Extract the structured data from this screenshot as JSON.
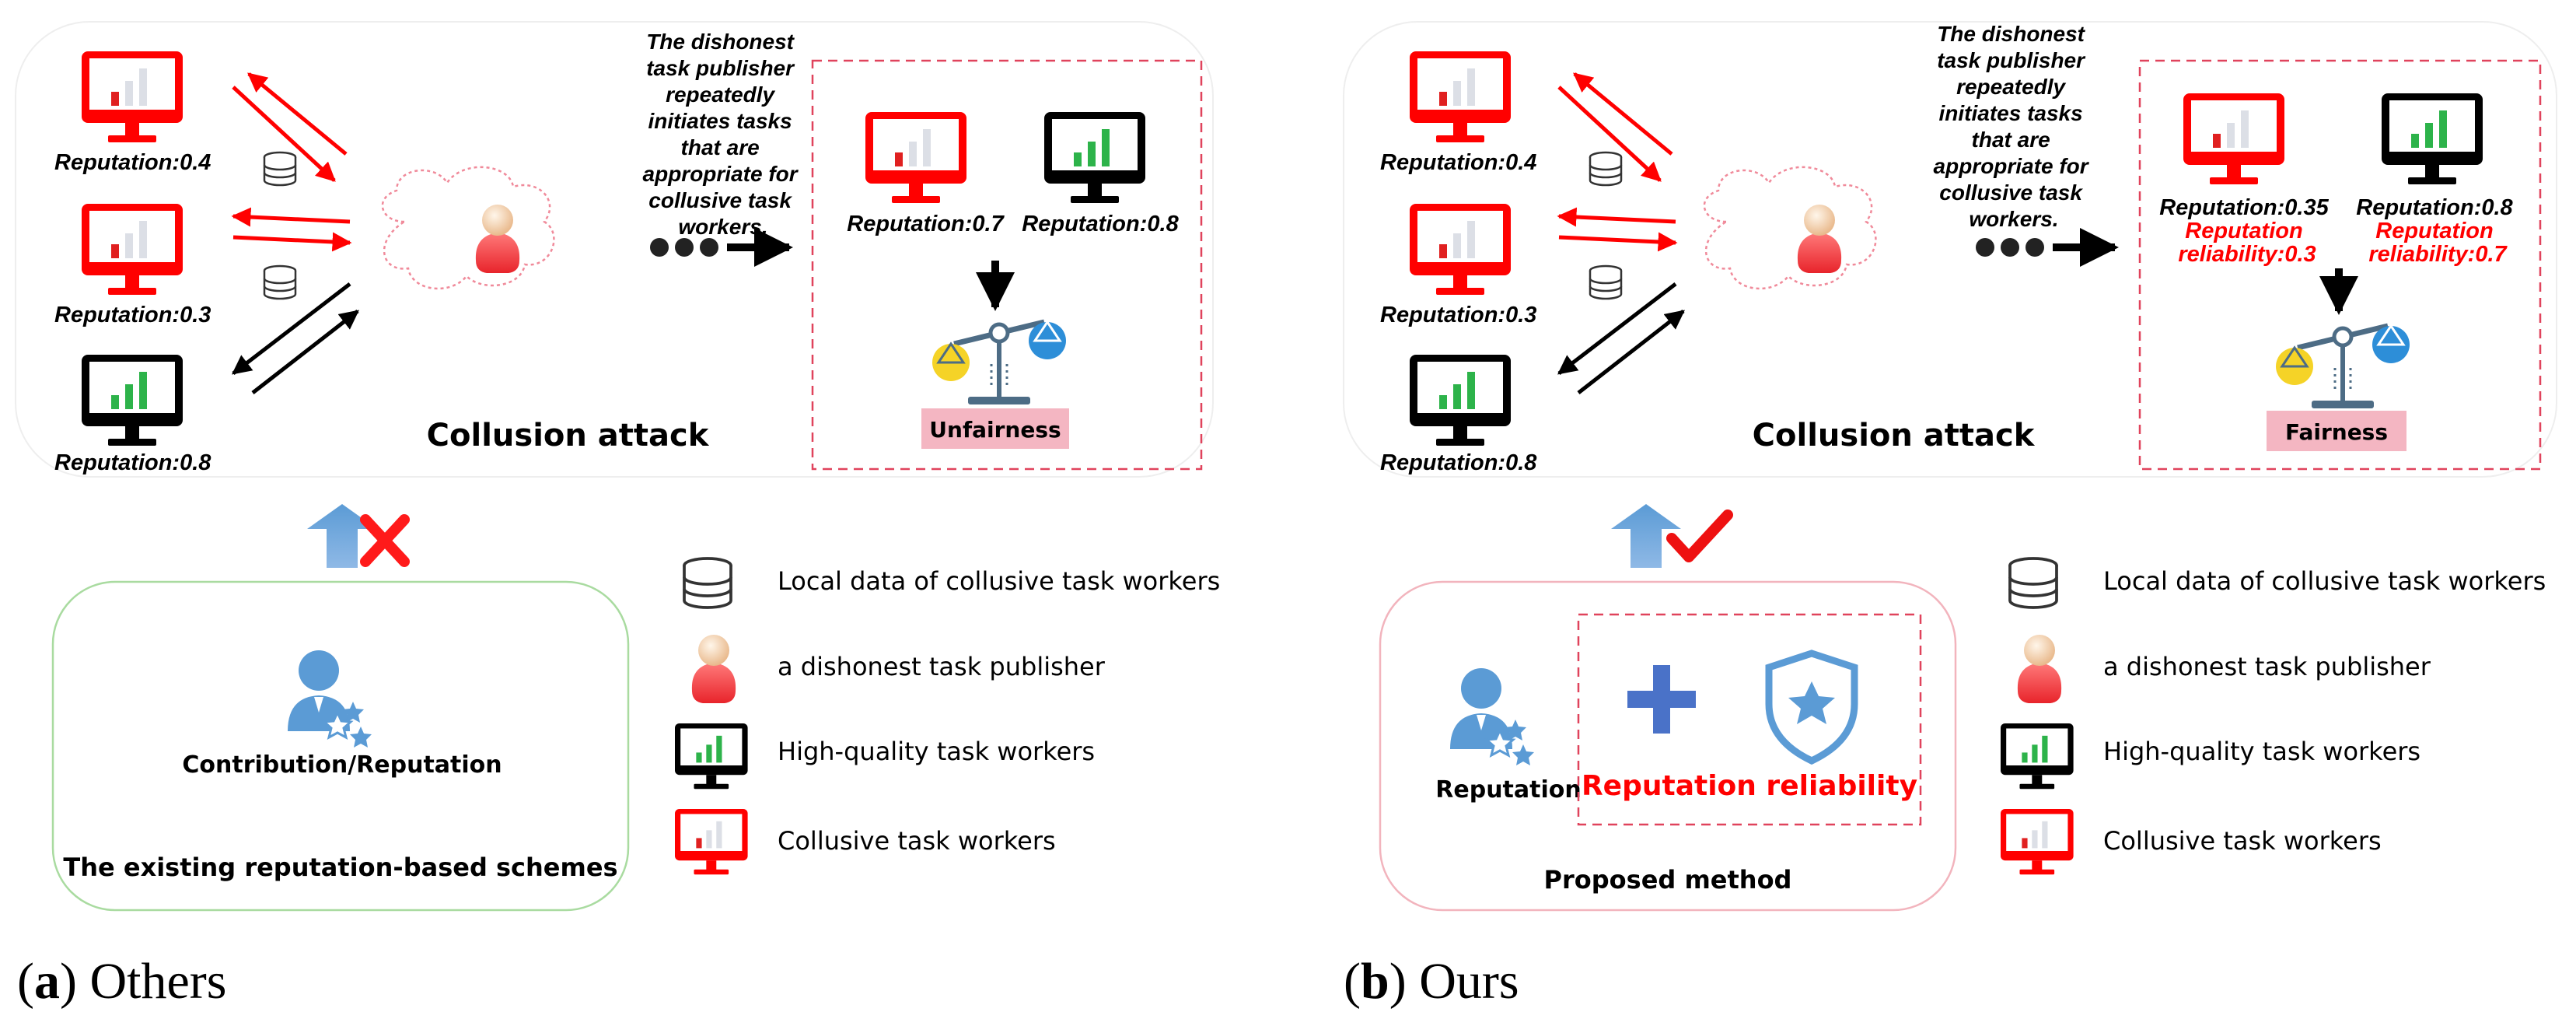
{
  "panels": [
    {
      "id": "a",
      "reputations": [
        "Reputation:0.4",
        "Reputation:0.3",
        "Reputation:0.8"
      ],
      "story": [
        "The dishonest",
        "task publisher",
        "repeatedly",
        "initiates tasks",
        "that are",
        "appropriate for",
        "collusive task",
        "workers."
      ],
      "box": {
        "left_lines": [
          "Reputation:0.7"
        ],
        "right_lines": [
          "Reputation:0.8"
        ],
        "verdict": "Unfairness"
      },
      "attack_label": "Collusion attack",
      "scheme": {
        "person_label": "Contribution/Reputation",
        "title": "The existing reputation-based schemes"
      },
      "legend": [
        "Local data of collusive task workers",
        "a dishonest task publisher",
        "High-quality task workers",
        "Collusive task workers"
      ],
      "caption_letter": "a",
      "caption_text": "Others"
    },
    {
      "id": "b",
      "reputations": [
        "Reputation:0.4",
        "Reputation:0.3",
        "Reputation:0.8"
      ],
      "story": [
        "The dishonest",
        "task publisher",
        "repeatedly",
        "initiates tasks",
        "that are",
        "appropriate for",
        "collusive task",
        "workers."
      ],
      "box": {
        "left_lines": [
          "Reputation:0.35",
          "Reputation",
          "reliability:0.3"
        ],
        "right_lines": [
          "Reputation:0.8",
          "Reputation",
          "reliability:0.7"
        ],
        "verdict": "Fairness"
      },
      "attack_label": "Collusion attack",
      "scheme": {
        "person_label": "Reputation",
        "reliability_label": "Reputation reliability",
        "title": "Proposed method"
      },
      "legend": [
        "Local data of collusive task workers",
        "a dishonest task publisher",
        "High-quality task workers",
        "Collusive task workers"
      ],
      "caption_letter": "b",
      "caption_text": "Ours"
    }
  ],
  "colors": {
    "collusive": "#ff0000",
    "honest": "#000000",
    "bar_green": "#2db34a",
    "accent_blue": "#5b9bd5",
    "pink_box": "#f4b6c2",
    "dash_pink": "#e0435c",
    "green_border": "#a9dba0",
    "cross": "#ff1a1a",
    "check": "#ee1111"
  }
}
